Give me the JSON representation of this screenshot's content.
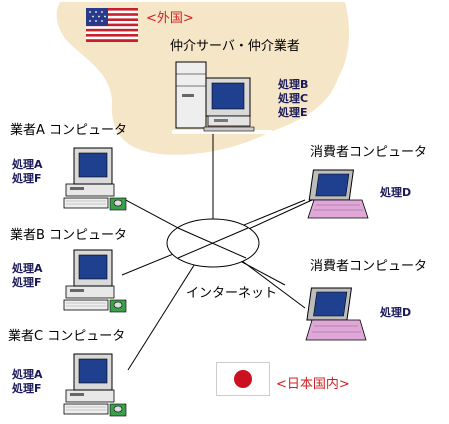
{
  "foreign": {
    "label": "<外国>",
    "flag": "us-flag-icon",
    "region_color": "#f6e6c8"
  },
  "domestic": {
    "label": "<日本国内>",
    "flag": "japan-flag-icon"
  },
  "intermediary": {
    "label": "仲介サーバ・仲介業者",
    "processes": [
      "処理B",
      "処理C",
      "処理E"
    ]
  },
  "network": {
    "label": "インターネット"
  },
  "businesses": [
    {
      "label": "業者A コンピュータ",
      "processes": [
        "処理A",
        "処理F"
      ]
    },
    {
      "label": "業者B コンピュータ",
      "processes": [
        "処理A",
        "処理F"
      ]
    },
    {
      "label": "業者C コンピュータ",
      "processes": [
        "処理A",
        "処理F"
      ]
    }
  ],
  "consumers": [
    {
      "label": "消費者コンピュータ",
      "processes": [
        "処理D"
      ]
    },
    {
      "label": "消費者コンピュータ",
      "processes": [
        "処理D"
      ]
    }
  ],
  "colors": {
    "accent_red": "#d02020",
    "process_text": "#1a1a5a",
    "monitor_screen": "#1f3f8f"
  }
}
